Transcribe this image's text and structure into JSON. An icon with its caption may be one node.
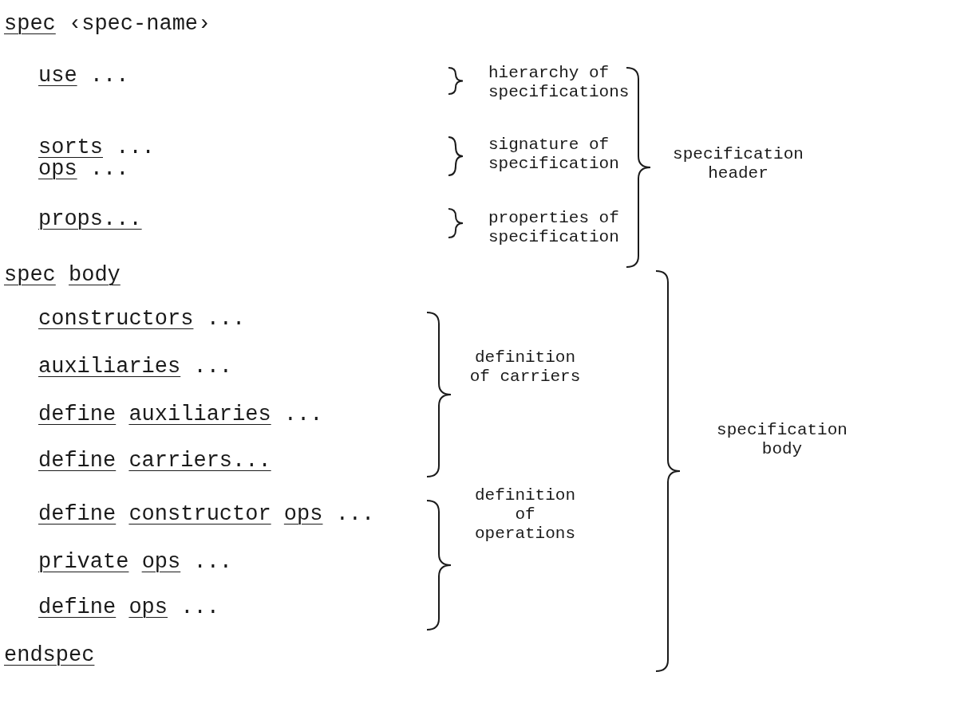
{
  "diagram": {
    "labels": [
      "spec ‹spec-name›",
      "use ...",
      "hierarchy of specifications",
      "sorts ...",
      "signature of specification",
      "specification header",
      "ops ...",
      "props...",
      "properties of specification",
      "spec body",
      "constructors ...",
      "auxiliaries ...",
      "definition of carriers",
      "define auxiliaries ...",
      "specification body",
      "define carriers...",
      "define constructor ops ...",
      "private ops ...",
      "definition of operations",
      "define ops ...",
      "endspec"
    ]
  }
}
